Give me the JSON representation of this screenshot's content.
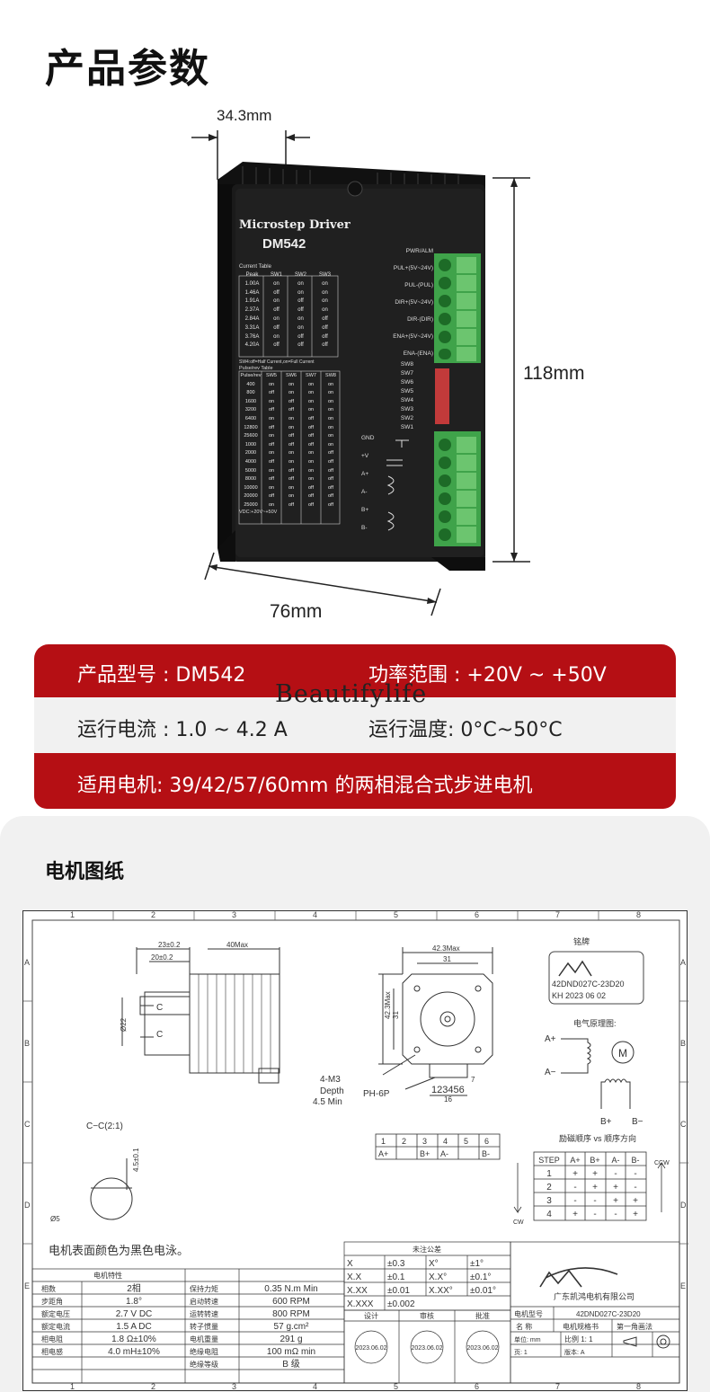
{
  "page_title": "产品参数",
  "dimensions": {
    "width_top": "34.3mm",
    "height": "118mm",
    "length": "76mm"
  },
  "driver": {
    "title": "Microstep Driver",
    "model": "DM542",
    "current_table_label": "Current Table",
    "current_headers": [
      "Peak",
      "SW1",
      "SW2",
      "SW3"
    ],
    "current_rows": [
      [
        "1.00A",
        "on",
        "on",
        "on"
      ],
      [
        "1.46A",
        "off",
        "on",
        "on"
      ],
      [
        "1.91A",
        "on",
        "off",
        "on"
      ],
      [
        "2.37A",
        "off",
        "off",
        "on"
      ],
      [
        "2.84A",
        "on",
        "on",
        "off"
      ],
      [
        "3.31A",
        "off",
        "on",
        "off"
      ],
      [
        "3.76A",
        "on",
        "off",
        "off"
      ],
      [
        "4.20A",
        "off",
        "off",
        "off"
      ]
    ],
    "sw4_note": "SW4:off=Half Current,on=Full Current",
    "pulse_table_label": "Pulse/rev Table",
    "pulse_headers": [
      "Pulse/rev",
      "SW5",
      "SW6",
      "SW7",
      "SW8"
    ],
    "pulse_rows": [
      [
        "400",
        "on",
        "on",
        "on",
        "on"
      ],
      [
        "800",
        "off",
        "on",
        "on",
        "on"
      ],
      [
        "1600",
        "on",
        "off",
        "on",
        "on"
      ],
      [
        "3200",
        "off",
        "off",
        "on",
        "on"
      ],
      [
        "6400",
        "on",
        "on",
        "off",
        "on"
      ],
      [
        "12800",
        "off",
        "on",
        "off",
        "on"
      ],
      [
        "25600",
        "on",
        "off",
        "off",
        "on"
      ],
      [
        "1000",
        "off",
        "off",
        "off",
        "on"
      ],
      [
        "2000",
        "on",
        "on",
        "on",
        "off"
      ],
      [
        "4000",
        "off",
        "on",
        "on",
        "off"
      ],
      [
        "5000",
        "on",
        "off",
        "on",
        "off"
      ],
      [
        "8000",
        "off",
        "off",
        "on",
        "off"
      ],
      [
        "10000",
        "on",
        "on",
        "off",
        "off"
      ],
      [
        "20000",
        "off",
        "on",
        "off",
        "off"
      ],
      [
        "25000",
        "on",
        "off",
        "off",
        "off"
      ]
    ],
    "vdc_note": "VDC:+20V~+50V",
    "right_labels": [
      "PWR/ALM",
      "PUL+(5V~24V)",
      "PUL-(PUL)",
      "DIR+(5V~24V)",
      "DIR-(DIR)",
      "ENA+(5V~24V)",
      "ENA-(ENA)"
    ],
    "sw_labels": [
      "SW8",
      "SW7",
      "SW6",
      "SW5",
      "SW4",
      "SW3",
      "SW2",
      "SW1"
    ],
    "power_labels": [
      "GND",
      "+V",
      "A+",
      "A-",
      "B+",
      "B-"
    ]
  },
  "specs": {
    "model_label": "产品型号 : DM542",
    "power_label": "功率范围 : +20V ~ +50V",
    "current_label": "运行电流 : 1.0 ~ 4.2 A",
    "temp_label": "运行温度:  0°C~50°C",
    "motor_label": "适用电机:  39/42/57/60mm 的两相混合式步进电机",
    "watermark": "Beautifylife"
  },
  "drawing": {
    "title": "电机图纸",
    "grid_cols": [
      "1",
      "2",
      "3",
      "4",
      "5",
      "6",
      "7",
      "8"
    ],
    "grid_rows": [
      "A",
      "B",
      "C",
      "D",
      "E"
    ],
    "side_dims": [
      "23±0.2",
      "20±0.2",
      "40Max"
    ],
    "shaft_dia": "Ø22",
    "section_c": "C",
    "front_dims": [
      "42.3Max",
      "31",
      "42.3Max",
      "31",
      "7",
      "16"
    ],
    "hole_note": [
      "4-M3",
      "Depth",
      "4.5 Min"
    ],
    "connector": "PH-6P",
    "pins": "123456",
    "section_label": "C-C(2:1)",
    "section_dims": [
      "4.5±0.1",
      "Ø5"
    ],
    "nameplate_title": "铭牌",
    "nameplate_model": "42DND027C-23D20",
    "nameplate_date": "KH 2023 06 02",
    "schematic_title": "电气原理图:",
    "schematic_labels": [
      "A+",
      "A-",
      "M",
      "B+",
      "B-"
    ],
    "pin_table": {
      "top": [
        "1",
        "2",
        "3",
        "4",
        "5",
        "6"
      ],
      "bottom": [
        "A+",
        "",
        "B+",
        "A-",
        "",
        "B-"
      ]
    },
    "sequence_title": "励磁顺序 vs 顺序方向",
    "seq_headers": [
      "STEP",
      "A+",
      "B+",
      "A-",
      "B-"
    ],
    "seq_rows": [
      [
        "1",
        "+",
        "+",
        "-",
        "-"
      ],
      [
        "2",
        "-",
        "+",
        "+",
        "-"
      ],
      [
        "3",
        "-",
        "-",
        "+",
        "+"
      ],
      [
        "4",
        "+",
        "-",
        "-",
        "+"
      ]
    ],
    "ccw": "CCW",
    "cw": "CW",
    "surface_note": "电机表面颜色为黑色电泳。",
    "tolerance_title": "未注公差",
    "tolerance_rows": [
      [
        "X",
        "±0.3",
        "X°",
        "±1°"
      ],
      [
        "X.X",
        "±0.1",
        "X.X°",
        "±0.1°"
      ],
      [
        "X.XX",
        "±0.01",
        "X.XX°",
        "±0.01°"
      ],
      [
        "X.XXX",
        "±0.002",
        "",
        ""
      ]
    ],
    "props_title": "电机特性",
    "props": [
      [
        "相数",
        "2相",
        "保持力矩",
        "0.35 N.m Min"
      ],
      [
        "步距角",
        "1.8°",
        "启动转速",
        "600 RPM"
      ],
      [
        "额定电压",
        "2.7 V DC",
        "运转转速",
        "800 RPM"
      ],
      [
        "额定电流",
        "1.5 A DC",
        "转子惯量",
        "57 g.cm²"
      ],
      [
        "相电阻",
        "1.8 Ω±10%",
        "电机重量",
        "291 g"
      ],
      [
        "相电感",
        "4.0 mH±10%",
        "绝缘电阻",
        "100 mΩ min"
      ],
      [
        "",
        "",
        "绝缘等级",
        "B 级"
      ]
    ],
    "sign_headers": [
      "设计",
      "审核",
      "批准"
    ],
    "sign_dates": [
      "2023.06.02",
      "2023.06.02",
      "2023.06.02"
    ],
    "company": "广东凯鸿电机有限公司",
    "tb_model_label": "电机型号",
    "tb_model": "42DND027C-23D20",
    "tb_name_label": "名 称",
    "tb_name": "电机规格书",
    "tb_method": "第一角画法",
    "tb_unit": "单位: mm",
    "tb_scale": "比例 1: 1",
    "tb_page": "页: 1",
    "tb_version": "版本: A"
  }
}
